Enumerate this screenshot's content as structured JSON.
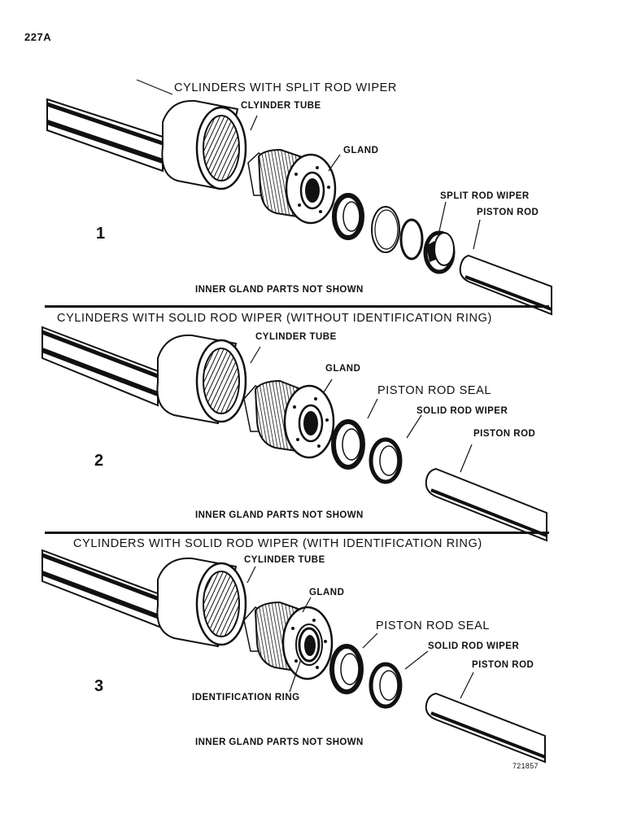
{
  "page_number": "227A",
  "figure_code": "721857",
  "panels": [
    {
      "number": "1",
      "title": "CYLINDERS WITH SPLIT ROD WIPER",
      "labels": {
        "tube": "CLYINDER TUBE",
        "gland": "GLAND",
        "wiper": "SPLIT ROD WIPER",
        "rod": "PISTON ROD"
      },
      "note": "INNER GLAND PARTS NOT SHOWN"
    },
    {
      "number": "2",
      "title": "CYLINDERS WITH SOLID ROD WIPER (WITHOUT IDENTIFICATION RING)",
      "labels": {
        "tube": "CYLINDER TUBE",
        "gland": "GLAND",
        "seal": "PISTON ROD SEAL",
        "wiper": "SOLID ROD WIPER",
        "rod": "PISTON ROD"
      },
      "note": "INNER GLAND PARTS NOT SHOWN"
    },
    {
      "number": "3",
      "title": "CYLINDERS WITH SOLID ROD WIPER (WITH IDENTIFICATION RING)",
      "labels": {
        "tube": "CYLINDER TUBE",
        "gland": "GLAND",
        "seal": "PISTON ROD SEAL",
        "wiper": "SOLID ROD WIPER",
        "rod": "PISTON ROD",
        "id_ring": "IDENTIFICATION RING"
      },
      "note": "INNER GLAND PARTS NOT SHOWN"
    }
  ]
}
